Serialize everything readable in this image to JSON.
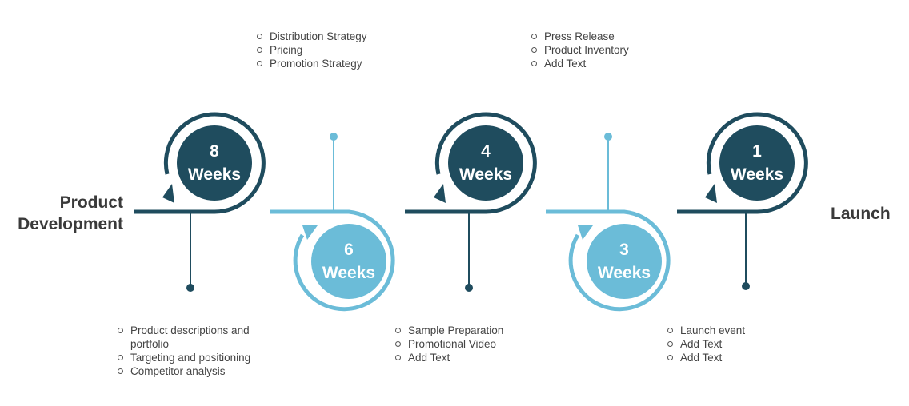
{
  "start_label": {
    "line1": "Product",
    "line2": "Development"
  },
  "end_label": "Launch",
  "colors": {
    "dark": "#1f4c5e",
    "light": "#6bbcd8",
    "text": "#3a3a3a"
  },
  "steps": [
    {
      "number": "8",
      "unit": "Weeks",
      "tone": "dark",
      "bullets": [
        "Product descriptions and portfolio",
        "Targeting and positioning",
        "Competitor analysis"
      ]
    },
    {
      "number": "6",
      "unit": "Weeks",
      "tone": "light",
      "bullets": [
        "Distribution Strategy",
        "Pricing",
        "Promotion Strategy"
      ]
    },
    {
      "number": "4",
      "unit": "Weeks",
      "tone": "dark",
      "bullets": [
        "Sample Preparation",
        "Promotional Video",
        "Add Text"
      ]
    },
    {
      "number": "3",
      "unit": "Weeks",
      "tone": "light",
      "bullets": [
        "Press Release",
        "Product Inventory",
        "Add Text"
      ]
    },
    {
      "number": "1",
      "unit": "Weeks",
      "tone": "dark",
      "bullets": [
        "Launch event",
        "Add Text",
        "Add Text"
      ]
    }
  ]
}
